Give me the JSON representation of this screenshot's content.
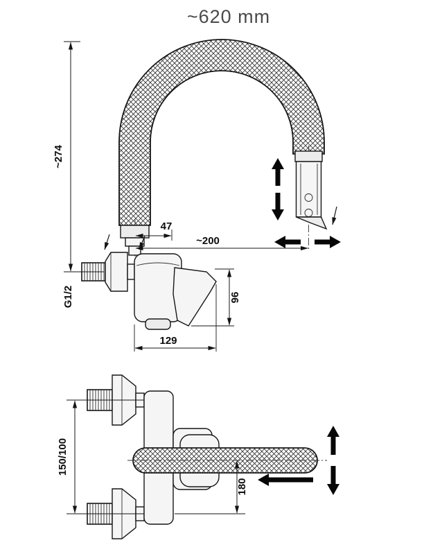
{
  "drawing": {
    "type": "technical-diagram",
    "subject": "wall-mounted kitchen mixer faucet with flexible spout",
    "views": 2
  },
  "labels": {
    "total_length": "~620  mm",
    "height_274": "~274",
    "offset_47": "47",
    "reach_200": "~200",
    "thread": "G1/2",
    "body_height_96": "96",
    "body_width_129": "129",
    "spacing_150_100": "150/100",
    "depth_180": "180"
  },
  "colors": {
    "line": "#161616",
    "dim_text": "#0d0d0d",
    "title_text": "#4a4a4a",
    "metal_fill": "#f5f5f5",
    "arrow_fill": "#070707",
    "background": "#ffffff"
  }
}
